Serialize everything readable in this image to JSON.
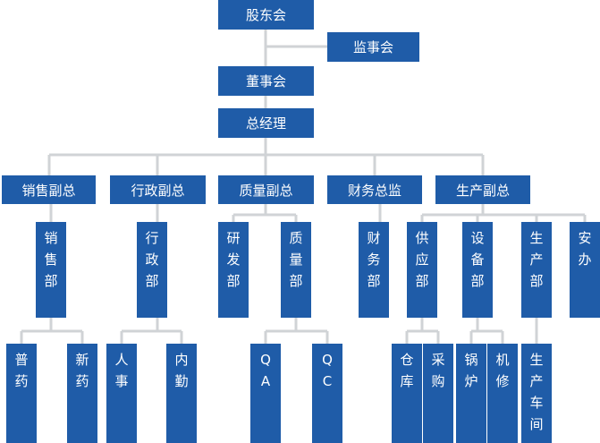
{
  "org_chart": {
    "shareholders_meeting": "股东会",
    "supervisory_board": "监事会",
    "board_of_directors": "董事会",
    "general_manager": "总经理",
    "vice_presidents": [
      {
        "label": "销售副总"
      },
      {
        "label": "行政副总"
      },
      {
        "label": "质量副总"
      },
      {
        "label": "财务总监"
      },
      {
        "label": "生产副总"
      }
    ],
    "departments": [
      {
        "label": "销\n售\n部"
      },
      {
        "label": "行\n政\n部"
      },
      {
        "label": "研\n发\n部"
      },
      {
        "label": "质\n量\n部"
      },
      {
        "label": "财\n务\n部"
      },
      {
        "label": "供\n应\n部"
      },
      {
        "label": "设\n备\n部"
      },
      {
        "label": "生\n产\n部"
      },
      {
        "label": "安\n办"
      }
    ],
    "sub_units": [
      {
        "label": "普\n药"
      },
      {
        "label": "新\n药"
      },
      {
        "label": "人\n事"
      },
      {
        "label": "内\n勤"
      },
      {
        "label": "Q\nA"
      },
      {
        "label": "Q\nC"
      },
      {
        "label": "仓\n库"
      },
      {
        "label": "采\n购"
      },
      {
        "label": "锅\n炉"
      },
      {
        "label": "机\n修"
      },
      {
        "label": "生\n产\n车\n间"
      }
    ]
  }
}
